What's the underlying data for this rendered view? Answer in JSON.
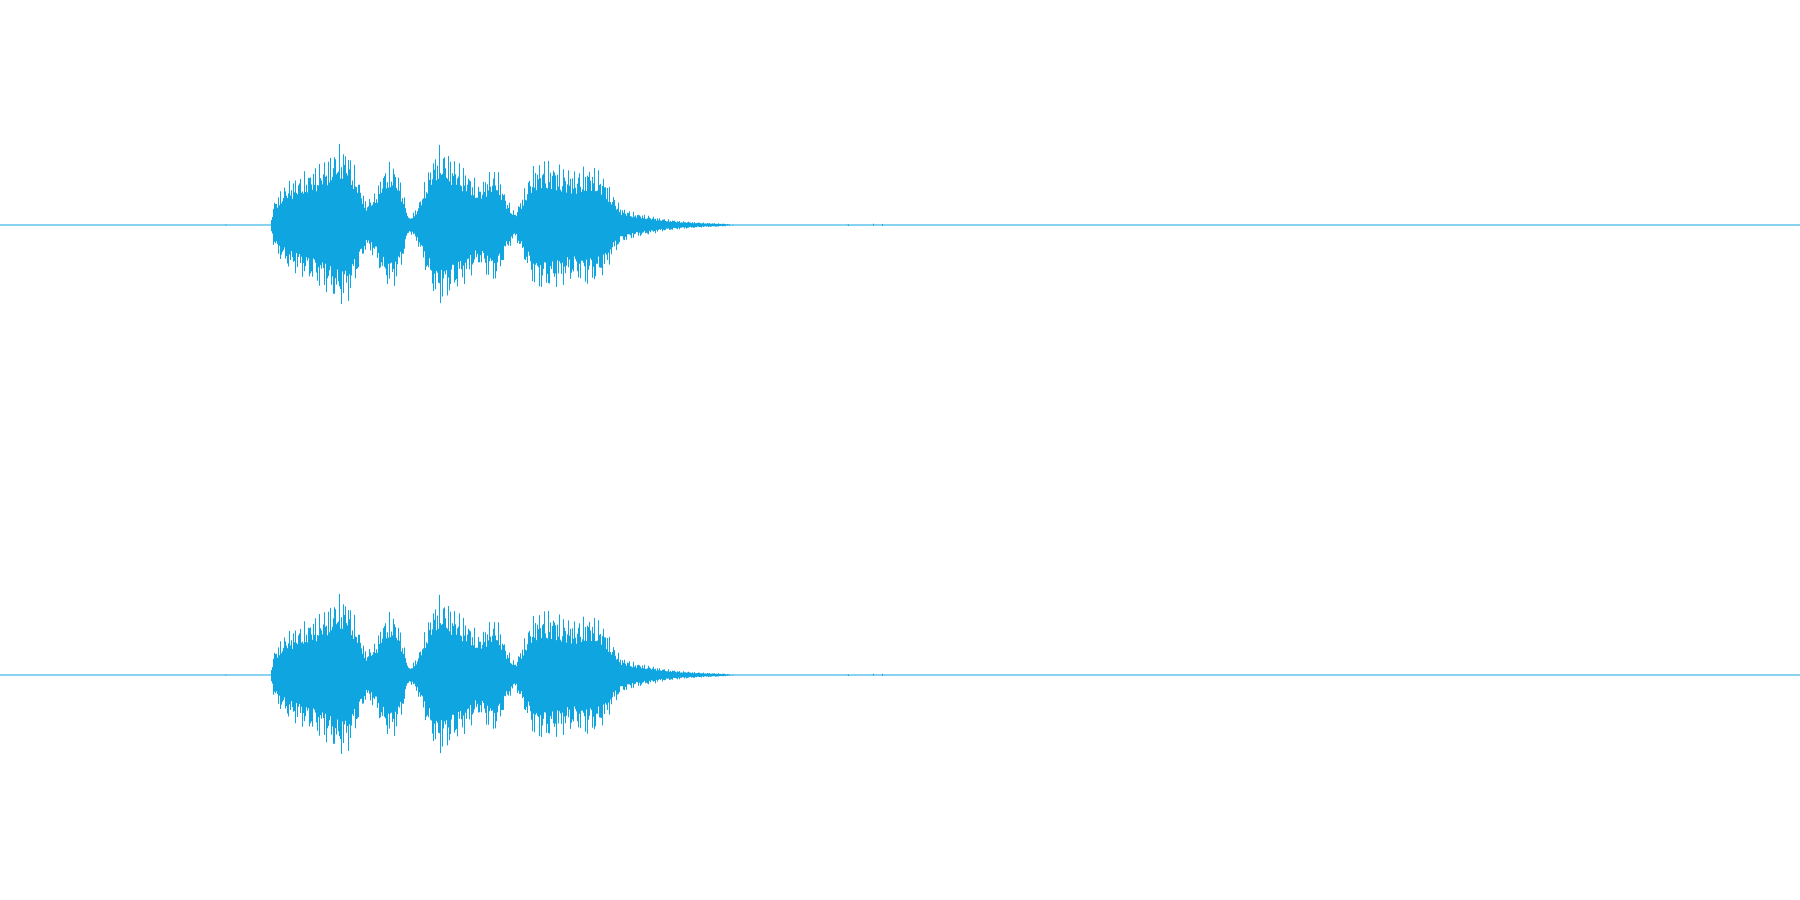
{
  "waveform": {
    "color": "#0ea5e0",
    "background": "#ffffff",
    "channels": [
      {
        "id": "left"
      },
      {
        "id": "right"
      }
    ],
    "envelope": [
      [
        0.0,
        0.0
      ],
      [
        0.12,
        0.0
      ],
      [
        0.1255,
        0.01
      ],
      [
        0.1265,
        0.0
      ],
      [
        0.15,
        0.0
      ],
      [
        0.152,
        0.3
      ],
      [
        0.156,
        0.45
      ],
      [
        0.16,
        0.55
      ],
      [
        0.166,
        0.62
      ],
      [
        0.172,
        0.7
      ],
      [
        0.178,
        0.78
      ],
      [
        0.184,
        0.9
      ],
      [
        0.188,
        1.0
      ],
      [
        0.193,
        0.96
      ],
      [
        0.198,
        0.66
      ],
      [
        0.203,
        0.3
      ],
      [
        0.208,
        0.4
      ],
      [
        0.213,
        0.72
      ],
      [
        0.218,
        0.8
      ],
      [
        0.222,
        0.6
      ],
      [
        0.227,
        0.08
      ],
      [
        0.232,
        0.25
      ],
      [
        0.238,
        0.72
      ],
      [
        0.243,
        1.0
      ],
      [
        0.248,
        0.92
      ],
      [
        0.254,
        0.8
      ],
      [
        0.26,
        0.68
      ],
      [
        0.266,
        0.5
      ],
      [
        0.271,
        0.66
      ],
      [
        0.276,
        0.72
      ],
      [
        0.281,
        0.35
      ],
      [
        0.286,
        0.15
      ],
      [
        0.291,
        0.45
      ],
      [
        0.296,
        0.75
      ],
      [
        0.302,
        0.82
      ],
      [
        0.308,
        0.78
      ],
      [
        0.314,
        0.72
      ],
      [
        0.32,
        0.68
      ],
      [
        0.326,
        0.75
      ],
      [
        0.331,
        0.72
      ],
      [
        0.336,
        0.6
      ],
      [
        0.34,
        0.4
      ],
      [
        0.345,
        0.22
      ],
      [
        0.352,
        0.16
      ],
      [
        0.36,
        0.12
      ],
      [
        0.368,
        0.08
      ],
      [
        0.378,
        0.05
      ],
      [
        0.39,
        0.03
      ],
      [
        0.4,
        0.02
      ],
      [
        0.412,
        0.0
      ],
      [
        0.47,
        0.0
      ],
      [
        0.471,
        0.015
      ],
      [
        0.472,
        0.0
      ],
      [
        0.484,
        0.0
      ],
      [
        0.485,
        0.015
      ],
      [
        0.486,
        0.0
      ],
      [
        0.489,
        0.0
      ],
      [
        0.49,
        0.015
      ],
      [
        0.491,
        0.0
      ],
      [
        1.0,
        0.0
      ]
    ]
  }
}
